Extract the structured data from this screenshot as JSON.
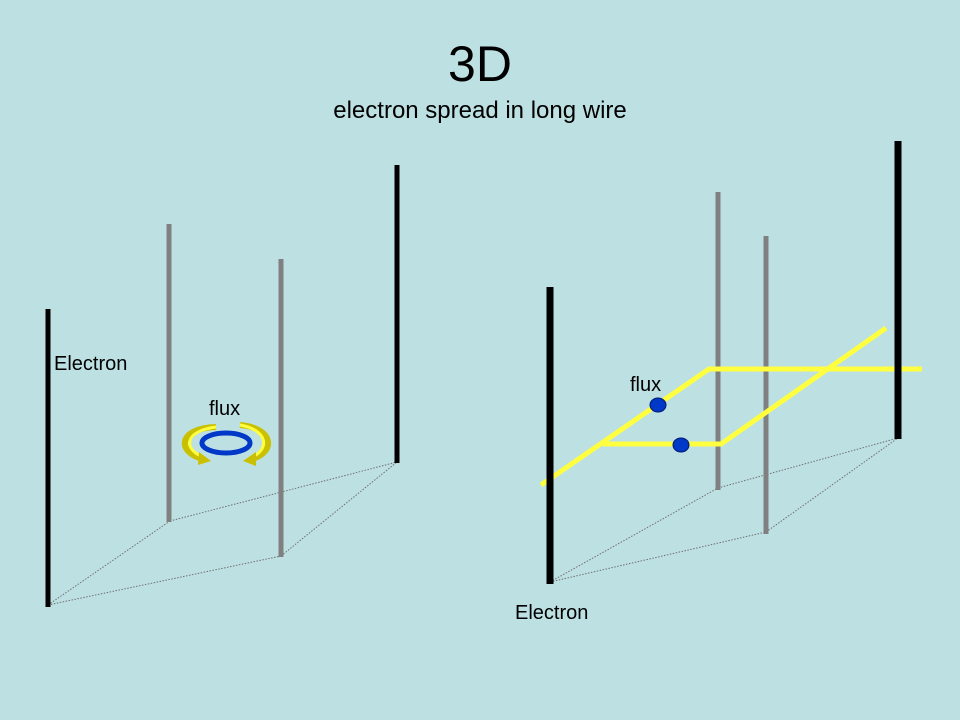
{
  "slide": {
    "title": "3D",
    "subtitle": "electron spread in long wire"
  },
  "left_panel": {
    "electron_label": "Electron",
    "flux_label": "flux"
  },
  "right_panel": {
    "electron_label": "Electron",
    "flux_label": "flux"
  },
  "colors": {
    "background": "#bde0e3",
    "front_wire": "#000000",
    "back_wire": "#808080",
    "flux_path": "#ffff40",
    "flux_ring": "#0038c8",
    "flux_arrow": "#c8c000",
    "electron_dot": "#0038c8"
  }
}
